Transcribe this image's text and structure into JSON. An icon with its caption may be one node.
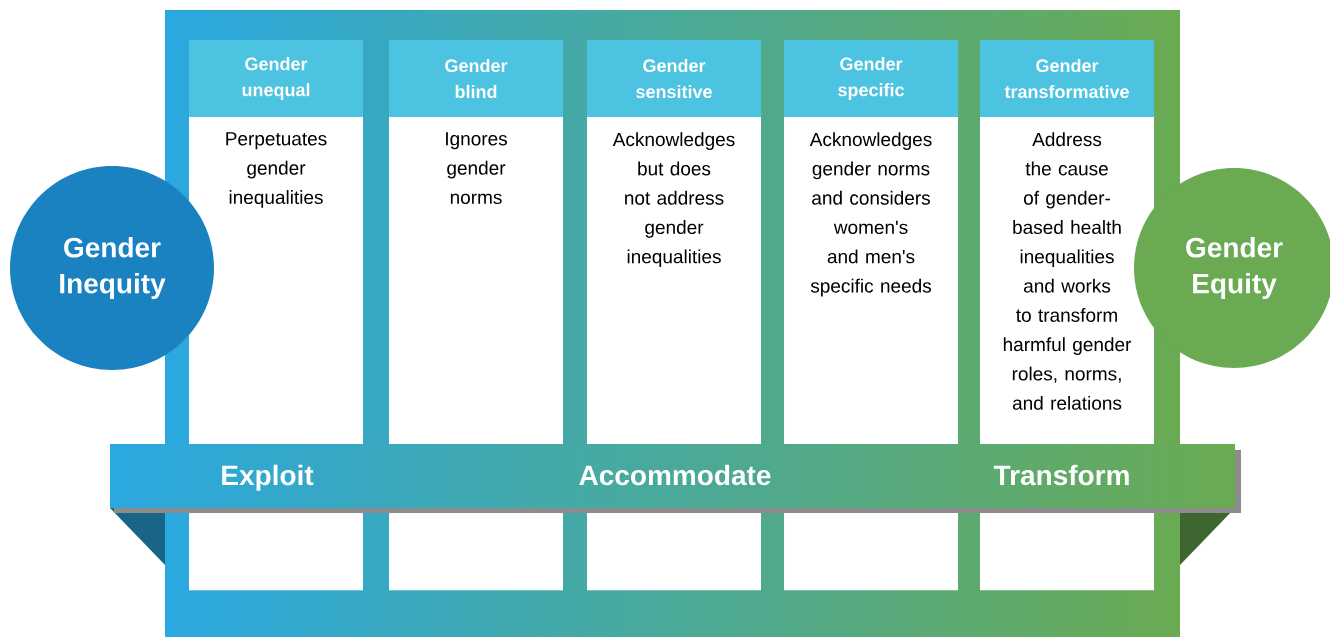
{
  "diagram": {
    "nodes": [
      {
        "text": [
          "Gender Inequity"
        ]
      },
      {
        "text": [
          "Gender unequal",
          "Perpetuates gender inequalities"
        ]
      },
      {
        "text": [
          "Gender blind",
          "Ignores gender norms"
        ]
      },
      {
        "text": [
          "Gender sensitive",
          "Acknowledges but does not address gender inequalities"
        ]
      },
      {
        "text": [
          "Gender specific",
          "Acknowledges gender norms and considers women's and men's specific needs"
        ]
      },
      {
        "text": [
          "Gender transformative",
          "Address the cause of gender-based health inequalities and works to transform harmful gender roles, norms, and relations"
        ]
      },
      {
        "text": [
          "Gender Equity"
        ]
      },
      {
        "text": [
          "Exploit",
          "Accommodate",
          "Transform"
        ]
      }
    ],
    "edges": []
  }
}
